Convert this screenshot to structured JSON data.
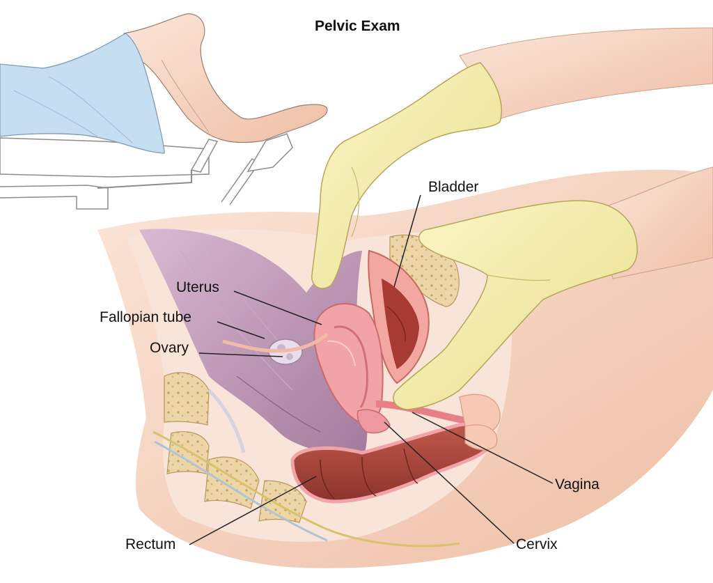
{
  "title": "Pelvic Exam",
  "labels": {
    "bladder": "Bladder",
    "uterus": "Uterus",
    "fallopian_tube": "Fallopian tube",
    "ovary": "Ovary",
    "vagina": "Vagina",
    "rectum": "Rectum",
    "cervix": "Cervix"
  },
  "colors": {
    "glove": "#f4eda6",
    "skin": "#f5d7c6",
    "uterus": "#f2a3a8",
    "rectum": "#a8453c",
    "bone": "#e9d3a6",
    "gown": "#c6def2",
    "cavity": "#b98fb2",
    "leader_line": "#222222"
  }
}
